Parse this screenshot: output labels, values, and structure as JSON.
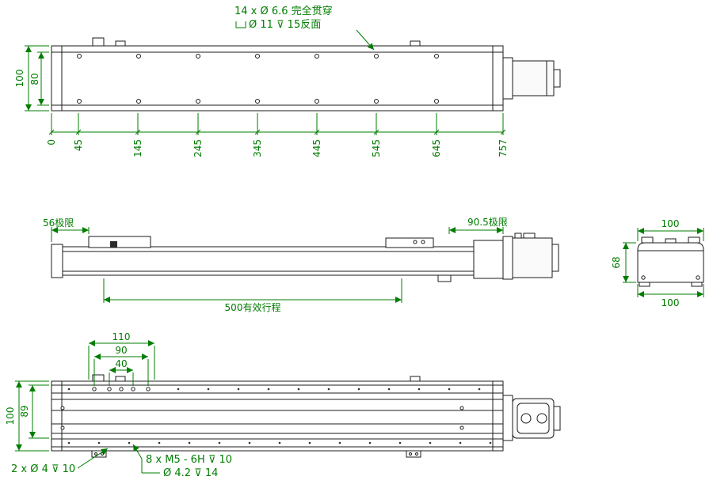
{
  "meta": {
    "dimension_color": "#007d00",
    "line_color": "#1b1b1b",
    "background": "#ffffff"
  },
  "top_view": {
    "hole_callout": {
      "line1": "14 x Ø 6.6 完全贯穿",
      "line2": "Ø 11 ⊽ 15反面"
    },
    "dim_total_height": "100",
    "dim_inner_height": "80",
    "x_labels": [
      "0",
      "45",
      "145",
      "245",
      "345",
      "445",
      "545",
      "645",
      "757"
    ]
  },
  "side_view": {
    "dim_left_limit": "56极限",
    "dim_right_limit": "90.5极限",
    "dim_effective_travel": "500有效行程"
  },
  "end_view": {
    "dim_top_width": "100",
    "dim_height": "68",
    "dim_bottom_width": "100"
  },
  "bottom_view": {
    "dim_110": "110",
    "dim_90": "90",
    "dim_40": "40",
    "dim_total_height": "100",
    "dim_inner_height": "89",
    "callout_dowel": "2 x Ø 4 ⊽ 10",
    "callout_tap_line1": "8 x M5 - 6H ⊽ 10",
    "callout_tap_line2": "Ø 4.2 ⊽ 14"
  }
}
